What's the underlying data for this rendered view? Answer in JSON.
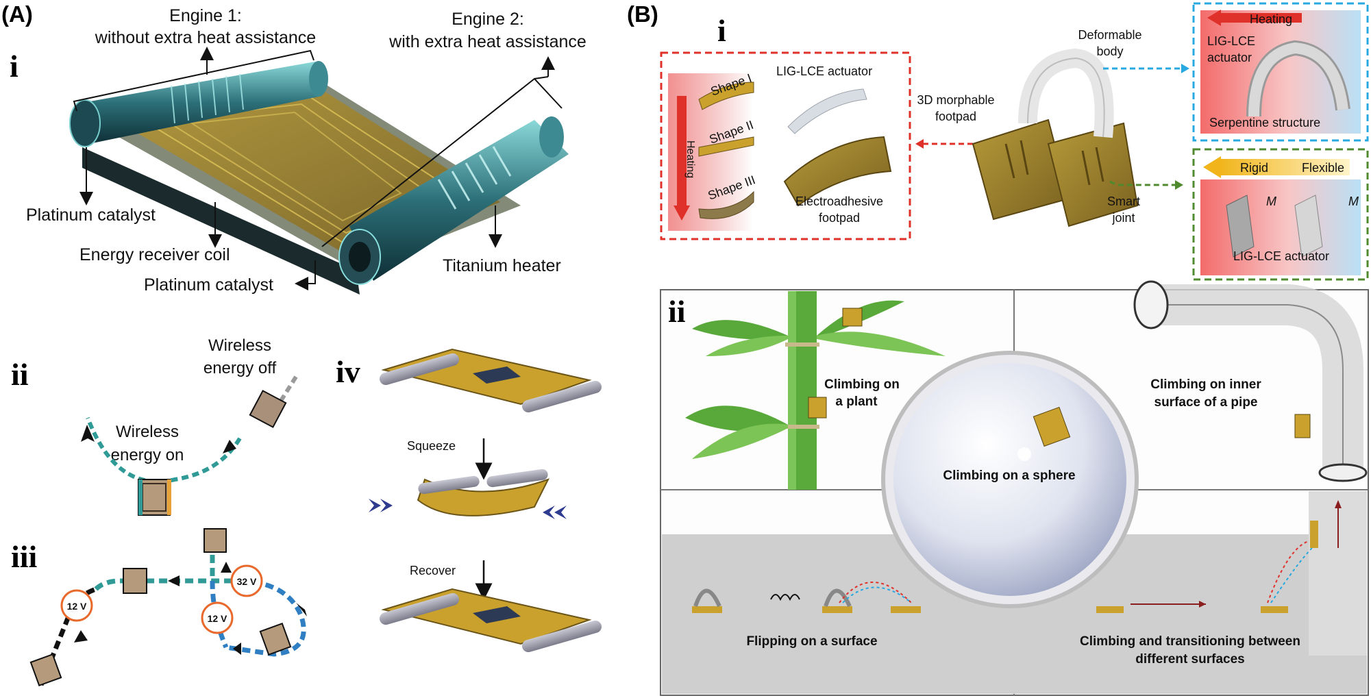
{
  "panel_A": {
    "label": "(A)",
    "i": {
      "label": "i",
      "engine1_title": "Engine 1:",
      "engine1_sub": "without extra heat assistance",
      "engine2_title": "Engine 2:",
      "engine2_sub": "with extra heat assistance",
      "platinum_catalyst_1": "Platinum catalyst",
      "energy_receiver_coil": "Energy receiver coil",
      "titanium_heater": "Titanium heater",
      "platinum_catalyst_2": "Platinum catalyst"
    },
    "ii": {
      "label": "ii",
      "wireless_off_1": "Wireless",
      "wireless_off_2": "energy off",
      "wireless_on_1": "Wireless",
      "wireless_on_2": "energy on"
    },
    "iii": {
      "label": "iii",
      "v1": "12 V",
      "v2": "12 V",
      "v3": "32 V"
    },
    "iv": {
      "label": "iv",
      "squeeze": "Squeeze",
      "recover": "Recover"
    }
  },
  "panel_B": {
    "label": "(B)",
    "i": {
      "label": "i",
      "deformable_1": "Deformable",
      "deformable_2": "body",
      "heating_top": "Heating",
      "lig_lce_actuator_top_1": "LIG-LCE",
      "lig_lce_actuator_top_2": "actuator",
      "serpentine": "Serpentine structure",
      "lig_lce_actuator": "LIG-LCE actuator",
      "shape1": "Shape I",
      "shape2": "Shape II",
      "shape3": "Shape III",
      "heating_side": "Heating",
      "footpad_3d_1": "3D morphable",
      "footpad_3d_2": "footpad",
      "electro_1": "Electroadhesive",
      "electro_2": "footpad",
      "smart_1": "Smart",
      "smart_2": "joint",
      "rigid": "Rigid",
      "flexible": "Flexible",
      "moment1": "M",
      "moment2": "M",
      "lig_lce_actuator_bottom": "LIG-LCE actuator"
    },
    "ii": {
      "label": "ii",
      "plant_1": "Climbing on",
      "plant_2": "a plant",
      "pipe_1": "Climbing on inner",
      "pipe_2": "surface of a pipe",
      "sphere": "Climbing on a sphere",
      "flipping": "Flipping on a surface",
      "transition_1": "Climbing and transitioning between",
      "transition_2": "different surfaces"
    }
  },
  "colors": {
    "teal": "#2f9a96",
    "gold": "#c9a12c",
    "red_dash": "#e0302a",
    "blue_dash": "#27a8e0",
    "green_dash": "#4f8a2e",
    "orange_circle": "#e8692b",
    "navy_chevron": "#2f3b8f"
  }
}
